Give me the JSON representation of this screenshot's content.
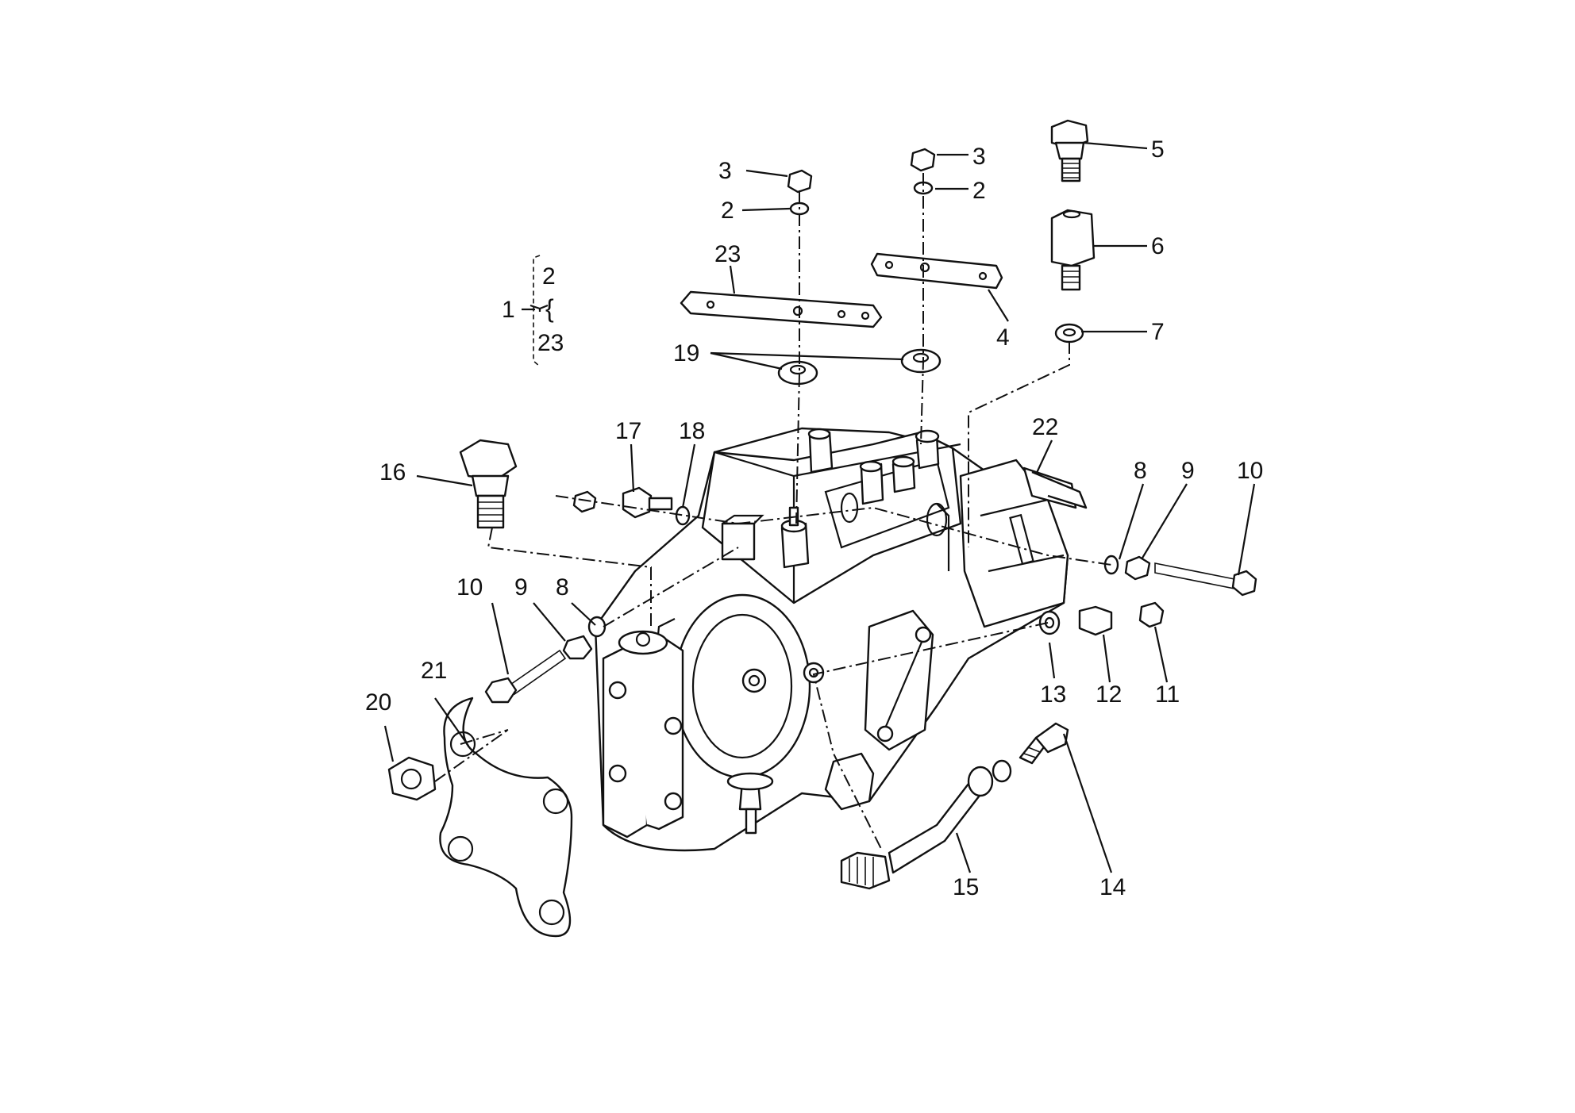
{
  "labels": {
    "l1": "1",
    "l1_top": "2",
    "l1_tilde": "{",
    "l1_bottom": "23",
    "l2a": "2",
    "l2b": "2",
    "l3a": "3",
    "l3b": "3",
    "l4": "4",
    "l5": "5",
    "l6": "6",
    "l7": "7",
    "l8a": "8",
    "l8b": "8",
    "l9a": "9",
    "l9b": "9",
    "l10a": "10",
    "l10b": "10",
    "l11": "11",
    "l12": "12",
    "l13": "13",
    "l14": "14",
    "l15": "15",
    "l16": "16",
    "l17": "17",
    "l18": "18",
    "l19": "19",
    "l20": "20",
    "l21": "21",
    "l22": "22",
    "l23": "23"
  }
}
